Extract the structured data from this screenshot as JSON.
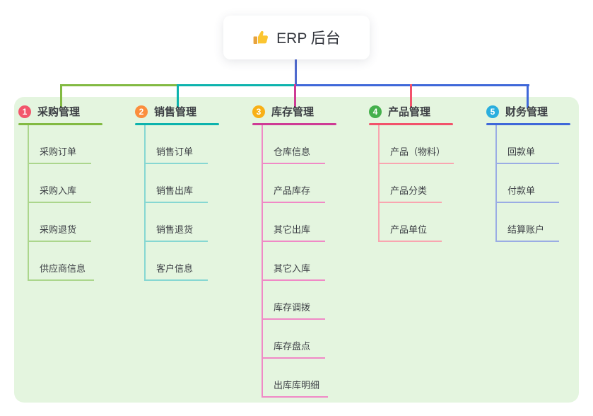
{
  "root": {
    "title": "ERP 后台",
    "icon": "thumbs-up-icon"
  },
  "colors": {
    "panel_background": "#e4f5df",
    "root_connector": "#4f6ace",
    "text": "#3c3f45"
  },
  "branches": [
    {
      "num": "1",
      "title": "采购管理",
      "badge_color": "#f2566b",
      "main_color": "#82ba42",
      "light_color": "#abd68c",
      "children": [
        "采购订单",
        "采购入库",
        "采购退货",
        "供应商信息"
      ]
    },
    {
      "num": "2",
      "title": "销售管理",
      "badge_color": "#fb8e3d",
      "main_color": "#0cb3ad",
      "light_color": "#86d7d2",
      "children": [
        "销售订单",
        "销售出库",
        "销售退货",
        "客户信息"
      ]
    },
    {
      "num": "3",
      "title": "库存管理",
      "badge_color": "#f8b016",
      "main_color": "#ce3b95",
      "light_color": "#f089c6",
      "children": [
        "仓库信息",
        "产品库存",
        "其它出库",
        "其它入库",
        "库存调拨",
        "库存盘点",
        "出库库明细"
      ]
    },
    {
      "num": "4",
      "title": "产品管理",
      "badge_color": "#44b04c",
      "main_color": "#f2526b",
      "light_color": "#f9a5b0",
      "children": [
        "产品（物料）",
        "产品分类",
        "产品单位"
      ]
    },
    {
      "num": "5",
      "title": "财务管理",
      "badge_color": "#2aaede",
      "main_color": "#3f68d9",
      "light_color": "#9aace4",
      "children": [
        "回款单",
        "付款单",
        "结算账户"
      ]
    }
  ]
}
